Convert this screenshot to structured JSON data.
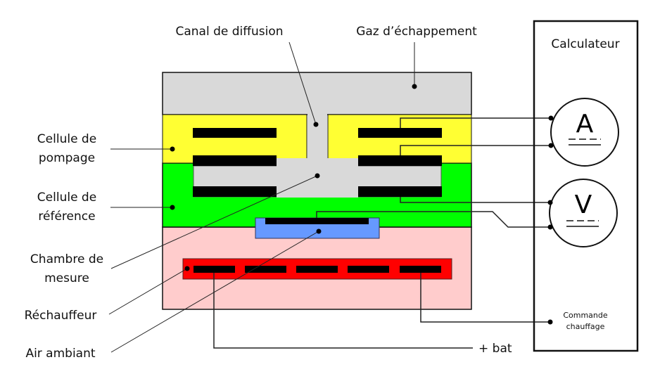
{
  "title": "Sonde lambda à large bande — schéma",
  "labels": {
    "canal": "Canal de diffusion",
    "gaz": "Gaz d’échappement",
    "calculateur": "Calculateur",
    "pompage_1": "Cellule de",
    "pompage_2": "pompage",
    "reference_1": "Cellule de",
    "reference_2": "référence",
    "chambre_1": "Chambre de",
    "chambre_2": "mesure",
    "rechauffeur": "Réchauffeur",
    "air": "Air ambiant",
    "bat": "+ bat",
    "commande_1": "Commande",
    "commande_2": "chauffage",
    "ammeter": "A",
    "voltmeter": "V"
  },
  "colors": {
    "exhaust_gas": "#d9d9d9",
    "pump_cell": "#ffff33",
    "reference_cell": "#00ff00",
    "heater_zone": "#ffcccc",
    "ambient_air": "#6699ff",
    "heater": "#ff0000",
    "electrode": "#000000"
  }
}
